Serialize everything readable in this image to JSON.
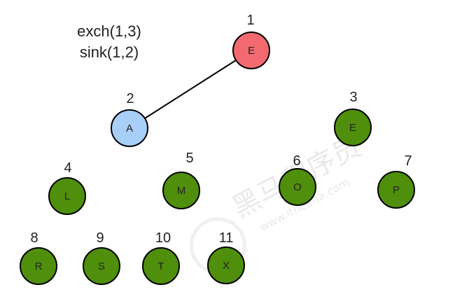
{
  "operations": {
    "line1": "exch(1,3)",
    "line2": "sink(1,2)"
  },
  "colors": {
    "highlight_red": "#f26a6f",
    "highlight_blue": "#a8cff7",
    "node_green": "#4f8f0c",
    "edge": "#000000"
  },
  "watermark": {
    "brand": "黑马程序员",
    "url": "www.itheima.com"
  },
  "heap_tree": {
    "nodes": [
      {
        "index": "1",
        "key": "E",
        "state": "highlight_red"
      },
      {
        "index": "2",
        "key": "A",
        "state": "highlight_blue"
      },
      {
        "index": "3",
        "key": "E",
        "state": "normal"
      },
      {
        "index": "4",
        "key": "L",
        "state": "normal"
      },
      {
        "index": "5",
        "key": "M",
        "state": "normal"
      },
      {
        "index": "6",
        "key": "O",
        "state": "normal"
      },
      {
        "index": "7",
        "key": "P",
        "state": "normal"
      },
      {
        "index": "8",
        "key": "R",
        "state": "normal"
      },
      {
        "index": "9",
        "key": "S",
        "state": "normal"
      },
      {
        "index": "10",
        "key": "T",
        "state": "normal"
      },
      {
        "index": "11",
        "key": "X",
        "state": "normal"
      }
    ],
    "edges": [
      {
        "from": "1",
        "to": "2"
      }
    ]
  }
}
